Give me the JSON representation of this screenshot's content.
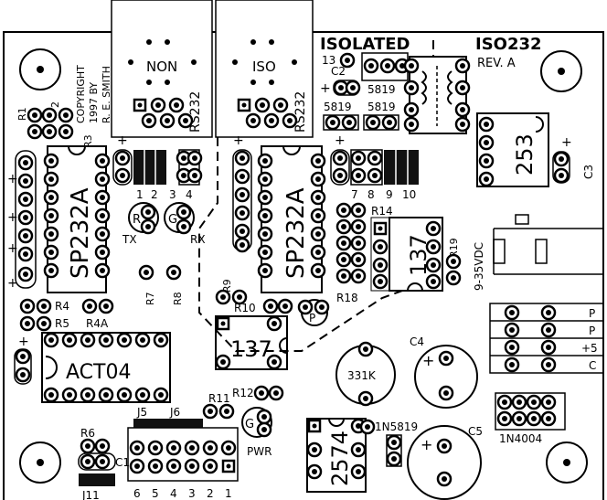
{
  "board": {
    "title_isolated": "ISOLATED",
    "title_iso232": "ISO232",
    "revision": "REV. A",
    "copyright": [
      "COPYRIGHT",
      "1997 BY",
      "R. E. SMITH"
    ]
  },
  "ports": {
    "non": {
      "line1": "NON",
      "line2": "RS232"
    },
    "iso": {
      "line1": "ISO",
      "line2": "RS232"
    }
  },
  "components": {
    "sp232a_1": "SP232A",
    "sp232a_2": "SP232A",
    "act04": "ACT04",
    "opto_137_a": "137",
    "opto_137_b": "137",
    "reg_2574": "2574",
    "reg_253": "253",
    "inductor_331k": "331K",
    "d_5819_a": "5819",
    "d_5819_b": "5819",
    "d_5819_c": "5819",
    "d_1n5819": "1N5819",
    "d_1n4004": "1N4004"
  },
  "labels": {
    "r1": "R1",
    "r2": "2",
    "r3": "R3",
    "r4": "R4",
    "r4a": "R4A",
    "r5": "R5",
    "r6": "R6",
    "r7": "R7",
    "r8": "R8",
    "r9": "R9",
    "r10": "R10",
    "r11": "R11",
    "r12": "R12",
    "r13": "13",
    "r14": "R14",
    "r18": "R18",
    "r19": "R19",
    "c1": "C1",
    "c2": "C2",
    "c3": "C3",
    "c4": "C4",
    "c5": "C5",
    "j5": "J5",
    "j6": "J6",
    "j11": "J11",
    "tx": "TX",
    "rx": "RX",
    "pwr": "PWR",
    "vin": "9-35VDC",
    "led_r": "R",
    "led_g": "G",
    "led_p": "P",
    "led_g2": "G",
    "plus": "+"
  },
  "pin_numbers": {
    "left_header": [
      "1",
      "2",
      "3",
      "4"
    ],
    "right_header": [
      "7",
      "8",
      "9",
      "10"
    ],
    "j5_pins": [
      "6",
      "5",
      "4",
      "3",
      "2",
      "1"
    ]
  },
  "terminal_block": [
    "P",
    "P",
    "+5",
    "C"
  ]
}
